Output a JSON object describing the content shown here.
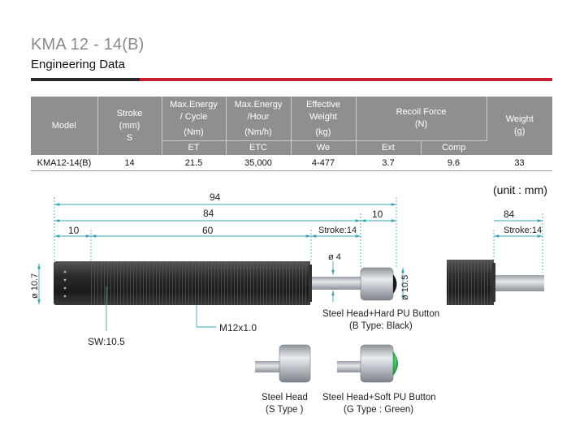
{
  "header": {
    "title": "KMA 12 - 14(B)",
    "subtitle": "Engineering Data"
  },
  "table": {
    "headers": {
      "model": "Model",
      "stroke_l1": "Stroke",
      "stroke_l2": "(mm)",
      "stroke_l3": "S",
      "energy_cycle_l1": "Max.Energy",
      "energy_cycle_l2": "/ Cycle",
      "energy_cycle_l3": "(Nm)",
      "energy_cycle_sym": "ET",
      "energy_hour_l1": "Max.Energy",
      "energy_hour_l2": "/Hour",
      "energy_hour_l3": "(Nm/h)",
      "energy_hour_sym": "ETC",
      "eff_weight_l1": "Effective",
      "eff_weight_l2": "Weight",
      "eff_weight_l3": "(kg)",
      "eff_weight_sym": "We",
      "recoil_l1": "Recoil Force",
      "recoil_l2": "(N)",
      "recoil_ext": "Ext",
      "recoil_comp": "Comp",
      "weight_l1": "Weight",
      "weight_l2": "(g)"
    },
    "row": {
      "model": "KMA12-14(B)",
      "stroke": "14",
      "energy_cycle": "21.5",
      "energy_hour": "35,000",
      "eff_weight": "4-477",
      "recoil_ext": "3.7",
      "recoil_comp": "9.6",
      "weight": "33"
    }
  },
  "drawing": {
    "unit": "(unit : mm)",
    "dim_total": "94",
    "dim_body": "84",
    "dim_rod_ext": "10",
    "dim_left": "10",
    "dim_thread_len": "60",
    "stroke_label": "Stroke:14",
    "rod_dia": "ø 4",
    "body_dia": "ø 10.7",
    "head_dia": "ø 10.5",
    "sw": "SW:10.5",
    "thread": "M12x1.0",
    "b_type_l1": "Steel Head+Hard PU Button",
    "b_type_l2": "(B Type: Black)",
    "s_type_l1": "Steel Head",
    "s_type_l2": "(S Type )",
    "g_type_l1": "Steel Head+Soft PU Button",
    "g_type_l2": "(G Type : Green)",
    "right_dim_body": "84",
    "right_stroke": "Stroke:14"
  },
  "colors": {
    "accent_red": "#c8202e",
    "header_gray": "#8f8f8f",
    "dimension_teal": "#3aa6b0",
    "button_green": "#1f9a3a"
  }
}
